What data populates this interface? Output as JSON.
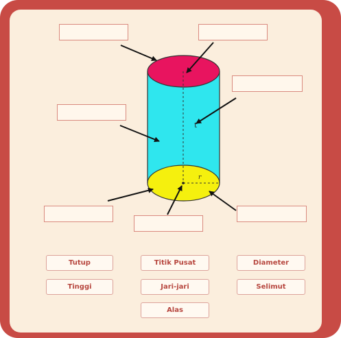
{
  "diagram": {
    "height_symbol": "t",
    "radius_symbol": "r"
  },
  "answer_options": [
    {
      "label": "Tutup"
    },
    {
      "label": "Titik Pusat"
    },
    {
      "label": "Diameter"
    },
    {
      "label": "Tinggi"
    },
    {
      "label": "Jari-jari"
    },
    {
      "label": "Selimut"
    },
    {
      "label": "Alas"
    }
  ],
  "colors": {
    "frame": "#c84b45",
    "panel": "#fbeedd",
    "cylinder_top": "#e8145f",
    "cylinder_body": "#2fe6ee",
    "cylinder_base": "#f5f00e"
  }
}
